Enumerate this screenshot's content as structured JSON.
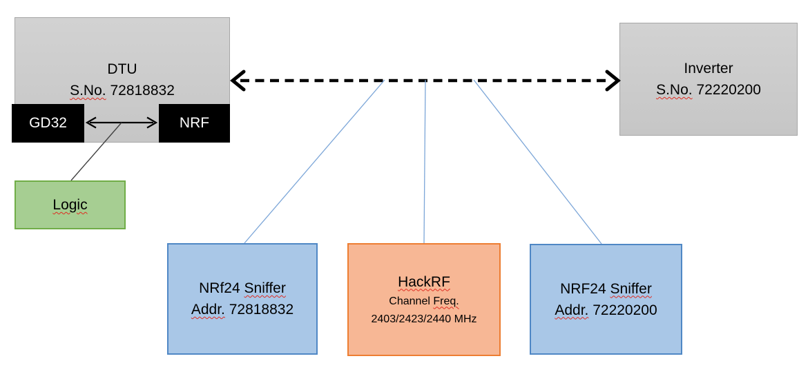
{
  "colors": {
    "gray_fill": "#c9c9c9",
    "gray_border": "#a6a6a6",
    "chip_fill": "#000000",
    "chip_text": "#ffffff",
    "green_fill": "#a6ce92",
    "green_border": "#70ad47",
    "blue_fill": "#a9c7e7",
    "blue_border": "#4f87c5",
    "orange_fill": "#f7b795",
    "orange_border": "#ed7d31",
    "connector_blue": "#7ca6d8",
    "arrow_black": "#000000",
    "spellcheck_red": "#e02b20"
  },
  "nodes": {
    "dtu": {
      "title": "DTU",
      "serial_label": "S.No.",
      "serial": "72818832"
    },
    "inverter": {
      "title": "Inverter",
      "serial_label": "S.No.",
      "serial": "72220200"
    },
    "gd32": {
      "label": "GD32"
    },
    "nrf": {
      "label": "NRF"
    },
    "logic": {
      "label": "Logic"
    },
    "sniffer1": {
      "title_prefix": "NRf24",
      "title_word": "Sniffer",
      "addr_label": "Addr.",
      "addr": "72818832"
    },
    "hackrf": {
      "title": "HackRF",
      "channel_word": "Channel",
      "freq_word": "Freq.",
      "frequencies": "2403/2423/2440 MHz"
    },
    "sniffer2": {
      "title_prefix": "NRF24",
      "title_word": "Sniffer",
      "addr_label": "Addr.",
      "addr": "72220200"
    }
  }
}
